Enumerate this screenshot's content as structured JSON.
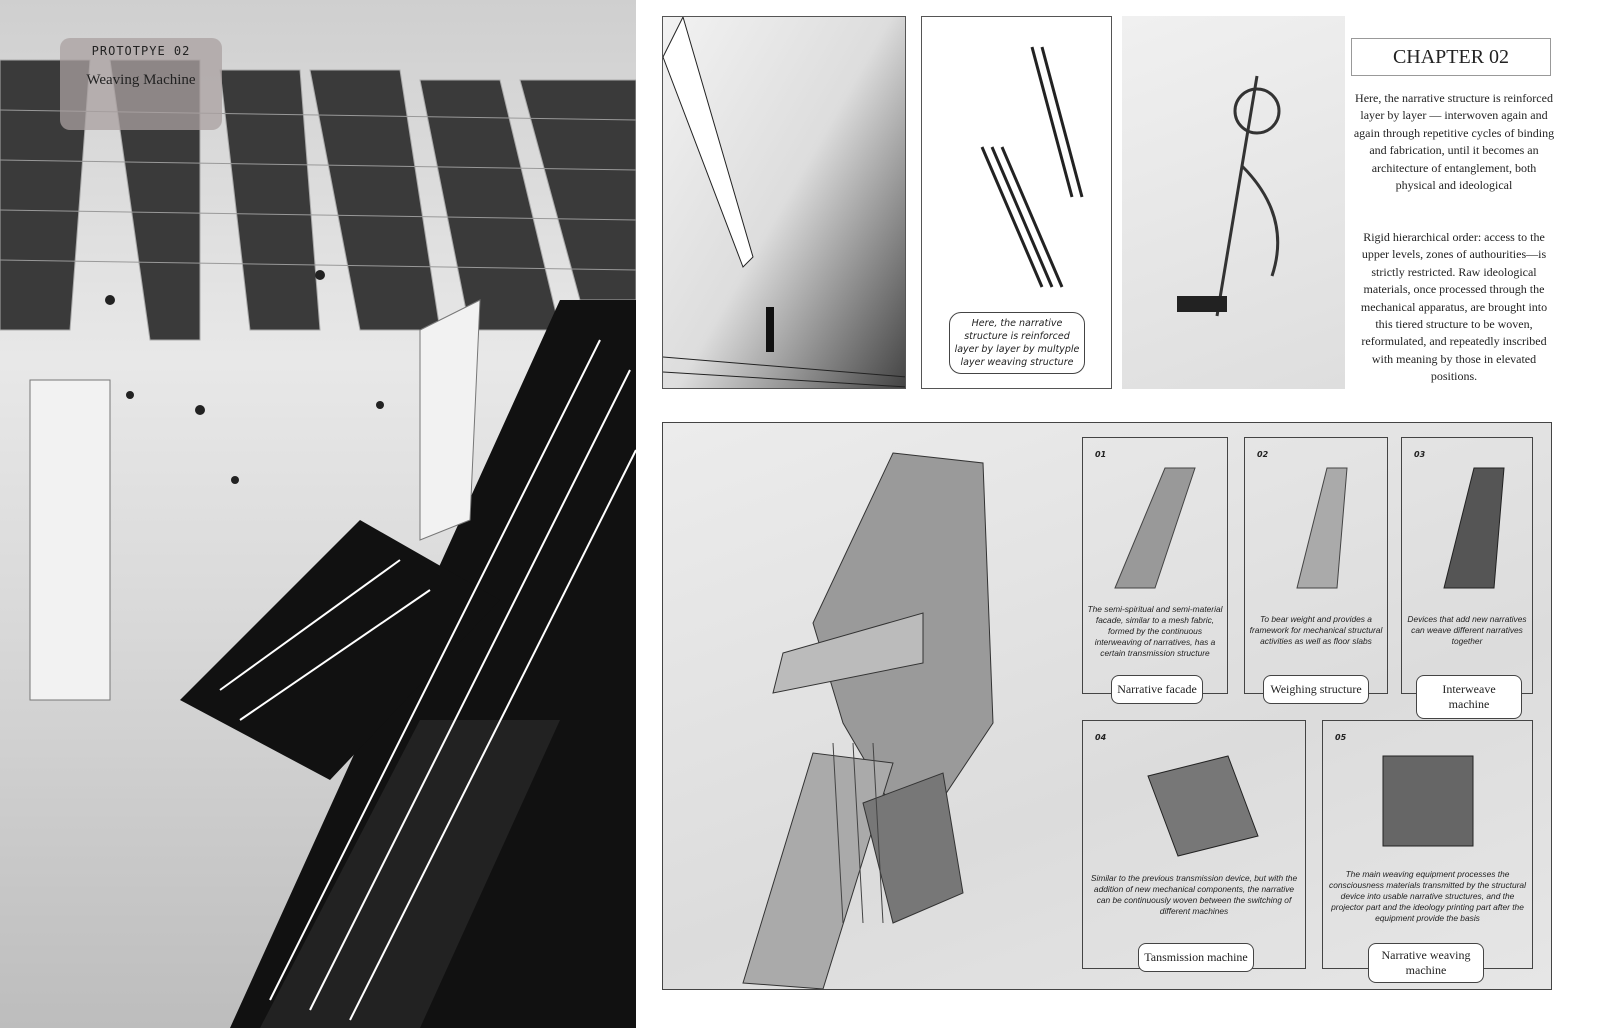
{
  "hero": {
    "prototype_label": "PROTOTPYE  02",
    "title": "Weaving Machine"
  },
  "panel_caption": "Here, the narrative structure is reinforced layer by layer by multyple layer weaving structure",
  "chapter": {
    "title": "CHAPTER 02",
    "paragraphs": [
      "Here, the narrative structure is reinforced layer by layer — interwoven again and again through repetitive cycles of binding and fabrication, until it becomes an architecture of entanglement, both physical and ideological",
      "Rigid hierarchical order: access to the upper levels, zones of authourities—is strictly restricted. Raw ideological materials, once processed through the mechanical apparatus, are brought into this tiered structure to be woven, reformulated, and repeatedly inscribed with meaning by those in elevated positions."
    ]
  },
  "components": [
    {
      "num": "01",
      "text": "The semi-spiritual and semi-material facade, similar to a mesh fabric, formed by the continuous interweaving of narratives, has a certain transmission structure",
      "label": "Narrative facade"
    },
    {
      "num": "02",
      "text": "To bear weight and provides a framework for mechanical structural activities as well as floor slabs",
      "label": "Weighing structure"
    },
    {
      "num": "03",
      "text": "Devices that add new narratives can weave different narratives together",
      "label": "Interweave machine"
    },
    {
      "num": "04",
      "text": "Similar to the previous transmission device, but with the addition of new mechanical components, the narrative can be continuously woven between the switching of different machines",
      "label": "Tansmission machine"
    },
    {
      "num": "05",
      "text": "The main weaving equipment processes the consciousness materials transmitted by the structural device into usable narrative structures, and the projector part and the ideology printing part after the equipment provide the basis",
      "label": "Narrative weaving machine"
    }
  ]
}
